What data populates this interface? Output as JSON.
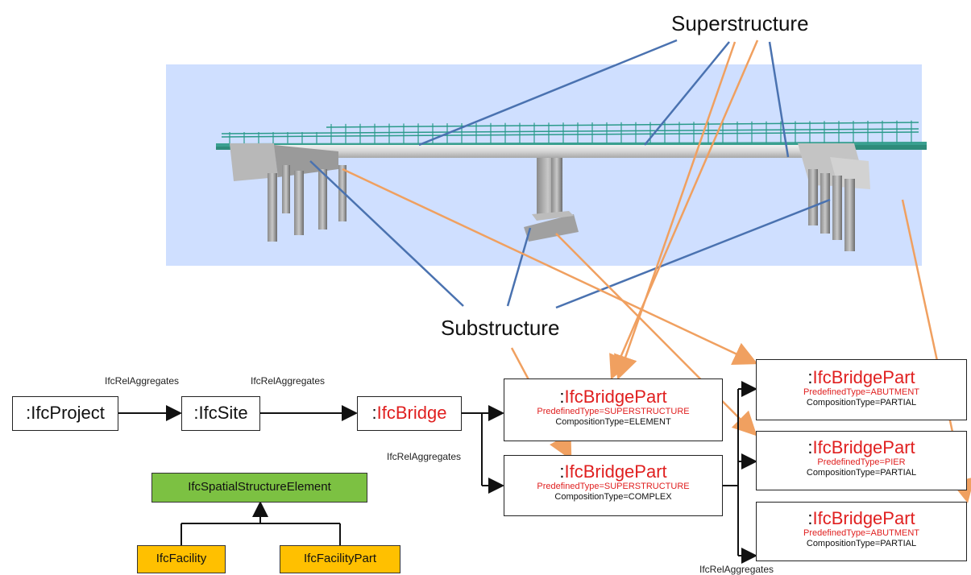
{
  "labels": {
    "superstructure": "Superstructure",
    "substructure": "Substructure"
  },
  "nodes": {
    "project": ":IfcProject",
    "site": ":IfcSite",
    "bridge_prefix": ":",
    "bridge_name": "IfcBridge"
  },
  "relations": {
    "rel1": "IfcRelAggregates",
    "rel2": "IfcRelAggregates",
    "rel3": "IfcRelAggregates",
    "rel4": "IfcRelAggregates"
  },
  "parts": [
    {
      "prefix": ":",
      "name": "IfcBridgePart",
      "predefined": "PredefinedType=SUPERSTRUCTURE",
      "composition": "CompositionType=ELEMENT"
    },
    {
      "prefix": ":",
      "name": "IfcBridgePart",
      "predefined": "PredefinedType=SUPERSTRUCTURE",
      "composition": "CompositionType=COMPLEX"
    },
    {
      "prefix": ":",
      "name": "IfcBridgePart",
      "predefined": "PredefinedType=ABUTMENT",
      "composition": "CompositionType=PARTIAL"
    },
    {
      "prefix": ":",
      "name": "IfcBridgePart",
      "predefined": "PredefinedType=PIER",
      "composition": "CompositionType=PARTIAL"
    },
    {
      "prefix": ":",
      "name": "IfcBridgePart",
      "predefined": "PredefinedType=ABUTMENT",
      "composition": "CompositionType=PARTIAL"
    }
  ],
  "hierarchy": {
    "parent": "IfcSpatialStructureElement",
    "child1": "IfcFacility",
    "child2": "IfcFacilityPart"
  },
  "colors": {
    "blue_line": "#4a72b0",
    "orange_line": "#f0a060",
    "red_text": "#e02020",
    "sky": "#cfdfff",
    "green_box": "#7cc142",
    "orange_box": "#ffc000"
  }
}
